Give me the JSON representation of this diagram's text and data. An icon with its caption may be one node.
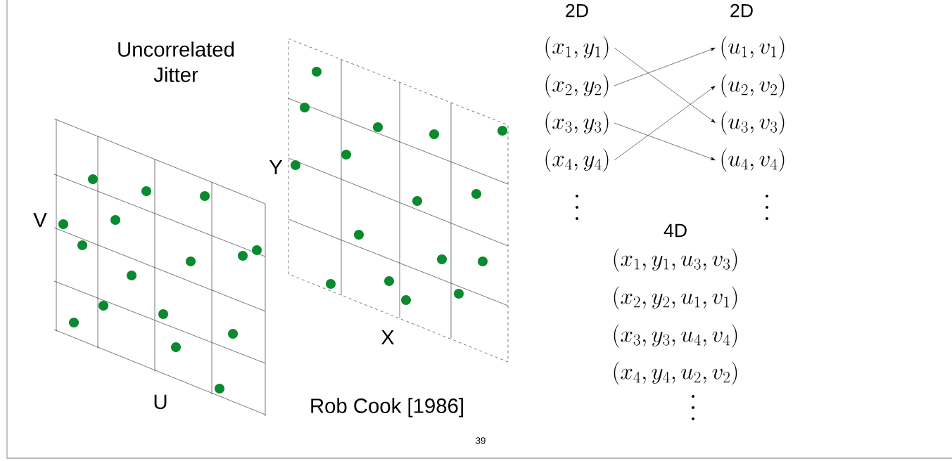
{
  "diagram": {
    "nodes": [
      {
        "text": [
          "(x_1, y_1)"
        ]
      },
      {
        "text": [
          "(x_2, y_2)"
        ]
      },
      {
        "text": [
          "(x_3, y_3)"
        ]
      },
      {
        "text": [
          "(x_4, y_4)"
        ]
      },
      {
        "text": [
          "(u_1, v_1)"
        ]
      },
      {
        "text": [
          "(u_2, v_2)"
        ]
      },
      {
        "text": [
          "(u_3, v_3)"
        ]
      },
      {
        "text": [
          "(u_4, v_4)"
        ]
      }
    ],
    "edges": [
      {
        "from": 0,
        "to": 6,
        "arrow": "to"
      },
      {
        "from": 1,
        "to": 4,
        "arrow": "to"
      },
      {
        "from": 2,
        "to": 7,
        "arrow": "to"
      },
      {
        "from": 3,
        "to": 5,
        "arrow": "to"
      }
    ],
    "labels": [
      "Uncorrelated Jitter",
      "V",
      "U",
      "Y",
      "X",
      "Rob Cook [1986]",
      "2D",
      "2D",
      "4D",
      "(x_1, y_1, u_3, v_3)",
      "(x_2, y_2, u_1, v_1)",
      "(x_3, y_3, u_4, v_4)",
      "(x_4, y_4, u_2, v_2)",
      "39"
    ]
  }
}
